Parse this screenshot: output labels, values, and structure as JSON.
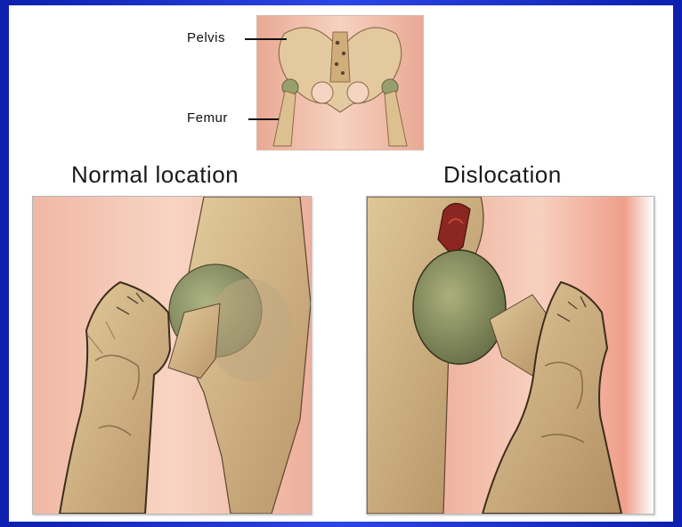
{
  "overview": {
    "pelvis_label": "Pelvis",
    "femur_label": "Femur"
  },
  "panels": {
    "normal_caption": "Normal location",
    "dislocation_caption": "Dislocation"
  },
  "colors": {
    "border_blue": "#1f33c8",
    "skin": "#f2c7b2",
    "bone": "#d7b98a",
    "femoral_head": "#8d9a66",
    "injury": "#8b2620"
  }
}
